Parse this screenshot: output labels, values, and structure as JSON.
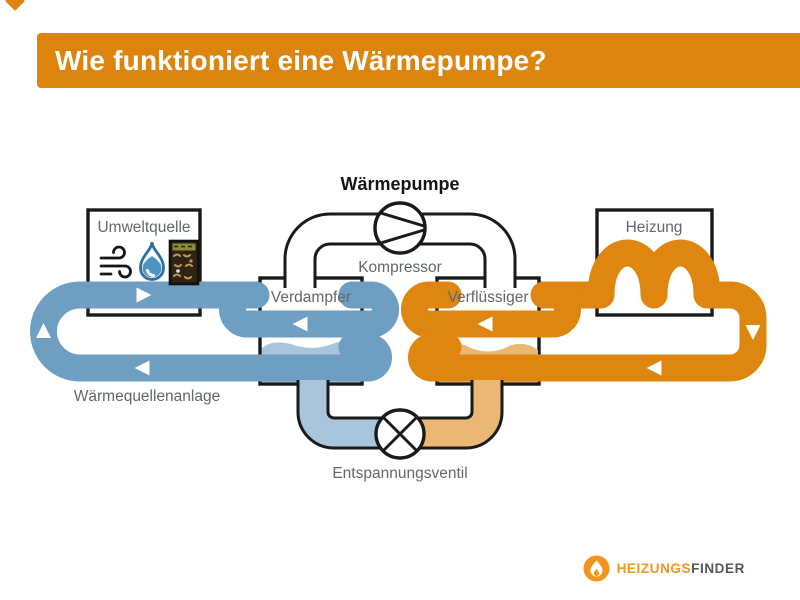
{
  "header": {
    "title": "Wie funktioniert eine Wärmepumpe?",
    "color": "#DC840C",
    "text_color": "#ffffff"
  },
  "corner_mark": {
    "icon": "diamond-mark",
    "color": "#DC840C"
  },
  "diagram": {
    "title": "Wärmepumpe",
    "boxes": {
      "umweltquelle": {
        "label": "Umweltquelle"
      },
      "heizung": {
        "label": "Heizung"
      },
      "verdampfer": {
        "label": "Verdampfer"
      },
      "verfluessiger": {
        "label": "Verflüssiger"
      }
    },
    "components": {
      "kompressor": {
        "label": "Kompressor",
        "symbol": "compressor-circle-icon"
      },
      "entspannungsventil": {
        "label": "Entspannungsventil",
        "symbol": "valve-cross-circle-icon"
      },
      "waermequellenanlage": {
        "label": "Wärmequellenanlage"
      }
    },
    "source_icons": [
      "wind-icon",
      "water-drop-icon",
      "soil-icon"
    ],
    "flow_arrows": [
      {
        "loop": "source-loop",
        "position": "top-pipe",
        "direction": "right"
      },
      {
        "loop": "source-loop",
        "position": "left-curve",
        "direction": "up"
      },
      {
        "loop": "source-loop",
        "position": "middle-pipe-in-verdampfer",
        "direction": "left"
      },
      {
        "loop": "source-loop",
        "position": "bottom-pipe",
        "direction": "left"
      },
      {
        "loop": "heating-loop",
        "position": "middle-pipe-in-verfluessiger",
        "direction": "left"
      },
      {
        "loop": "heating-loop",
        "position": "bottom-pipe",
        "direction": "left"
      },
      {
        "loop": "heating-loop",
        "position": "right-curve",
        "direction": "down"
      }
    ],
    "colors": {
      "pipe_blue": "#6F9EC3",
      "pipe_blue_light": "#A9C5DC",
      "pipe_orange": "#DE860F",
      "pipe_orange_light": "#EBB873",
      "outline_ink": "#1A1A1A",
      "label_gray": "#62676D",
      "drop_blue": "#2E6E9E",
      "soil_brown": "#2F2312"
    }
  },
  "logo": {
    "icon": "flame-icon",
    "brand_part1": "HEIZUNGS",
    "brand_part2": "FINDER",
    "orange": "#F2941F",
    "gray": "#54565A"
  }
}
